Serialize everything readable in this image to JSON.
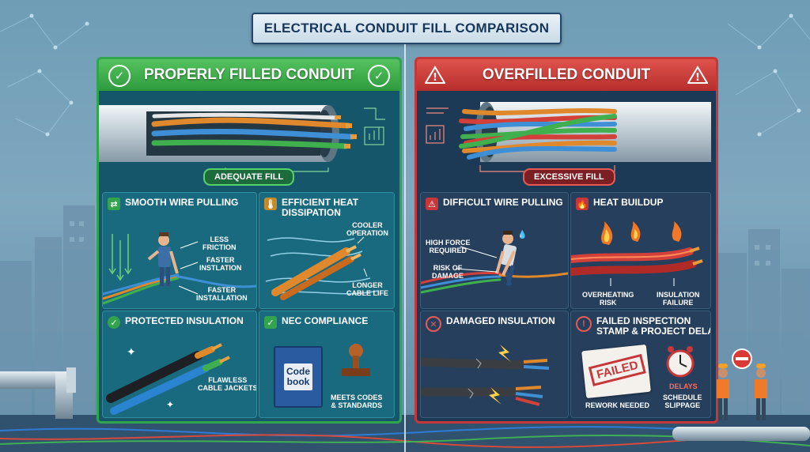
{
  "title": "ELECTRICAL CONDUIT FILL COMPARISON",
  "colors": {
    "good": "#2fa54d",
    "bad": "#c7373a",
    "navy": "#17375a"
  },
  "left": {
    "header": "PROPERLY FILLED CONDUIT",
    "fill_label": "ADEQUATE FILL",
    "cards": {
      "pulling": {
        "title": "SMOOTH WIRE PULLING",
        "labels": [
          "LESS\nFRICTION",
          "FASTER\nINSTLATION",
          "FASTER\nINSTALLATION"
        ]
      },
      "heat": {
        "title": "EFFICIENT HEAT\nDISSIPATION",
        "labels": [
          "COOLER\nOPERATION",
          "LONGER\nCABLE LIFE"
        ]
      },
      "insulation": {
        "title": "PROTECTED INSULATION",
        "labels": [
          "FLAWLESS\nCABLE JACKETS"
        ]
      },
      "nec": {
        "title": "NEC COMPLIANCE",
        "book": "Code\nbook",
        "labels": [
          "MEETS CODES\n& STANDARDS"
        ]
      }
    }
  },
  "right": {
    "header": "OVERFILLED CONDUIT",
    "fill_label": "EXCESSIVE FILL",
    "cards": {
      "pulling": {
        "title": "DIFFICULT WIRE PULLING",
        "labels": [
          "HIGH FORCE\nREQUIRED",
          "RISK OF\nDAMAGE"
        ]
      },
      "heat": {
        "title": "HEAT BUILDUP",
        "labels": [
          "OVERHEATING\nRISK",
          "INSULATION\nFAILURE"
        ]
      },
      "insulation": {
        "title": "DAMAGED INSULATION",
        "labels": []
      },
      "inspection": {
        "title": "FAILED INSPECTION\nSTAMP & PROJECT DELAYS",
        "stamp": "FAILED",
        "labels": [
          "DELAYS",
          "SCHEDULE\nSLIPPAGE",
          "REWORK NEEDED"
        ]
      }
    }
  }
}
